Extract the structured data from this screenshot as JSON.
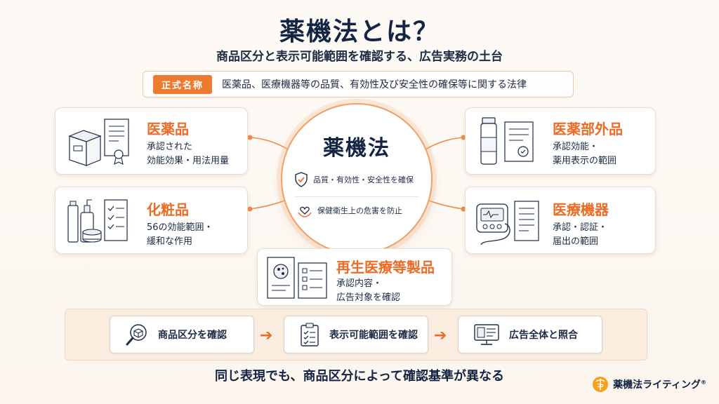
{
  "header": {
    "title": "薬機法とは？",
    "subtitle": "商品区分と表示可能範囲を確認する、広告実務の土台"
  },
  "formal": {
    "badge": "正式名称",
    "text": "医薬品、医療機器等の品質、有効性及び安全性の確保等に関する法律"
  },
  "hub": {
    "title": "薬機法",
    "items": [
      {
        "icon": "shield-check-icon",
        "label": "品質・有効性・安全性を確保"
      },
      {
        "icon": "heart-hands-icon",
        "label": "保健衛生上の危害を防止"
      }
    ]
  },
  "categories": {
    "drugs": {
      "title": "医薬品",
      "desc1": "承認された",
      "desc2": "効能効果・用法用量"
    },
    "quasi_drugs": {
      "title": "医薬部外品",
      "desc1": "承認効能・",
      "desc2": "薬用表示の範囲"
    },
    "cosmetics": {
      "title": "化粧品",
      "desc1": "56の効能範囲・",
      "desc2": "緩和な作用"
    },
    "devices": {
      "title": "医療機器",
      "desc1": "承認・認証・",
      "desc2": "届出の範囲"
    },
    "regenerative": {
      "title": "再生医療等製品",
      "desc1": "承認内容・",
      "desc2": "広告対象を確認"
    }
  },
  "flow": {
    "steps": [
      {
        "icon": "magnifier-box-icon",
        "label": "商品区分を確認"
      },
      {
        "icon": "clipboard-check-icon",
        "label": "表示可能範囲を確認"
      },
      {
        "icon": "monitor-ad-icon",
        "label": "広告全体と照合"
      }
    ],
    "arrow": "➔"
  },
  "footer": {
    "text": "同じ表現でも、商品区分によって確認基準が異なる"
  },
  "brand": {
    "name": "薬機法ライティング",
    "reg": "®"
  },
  "colors": {
    "accent": "#ec6b26",
    "navy": "#142445",
    "band": "#fbece0"
  }
}
